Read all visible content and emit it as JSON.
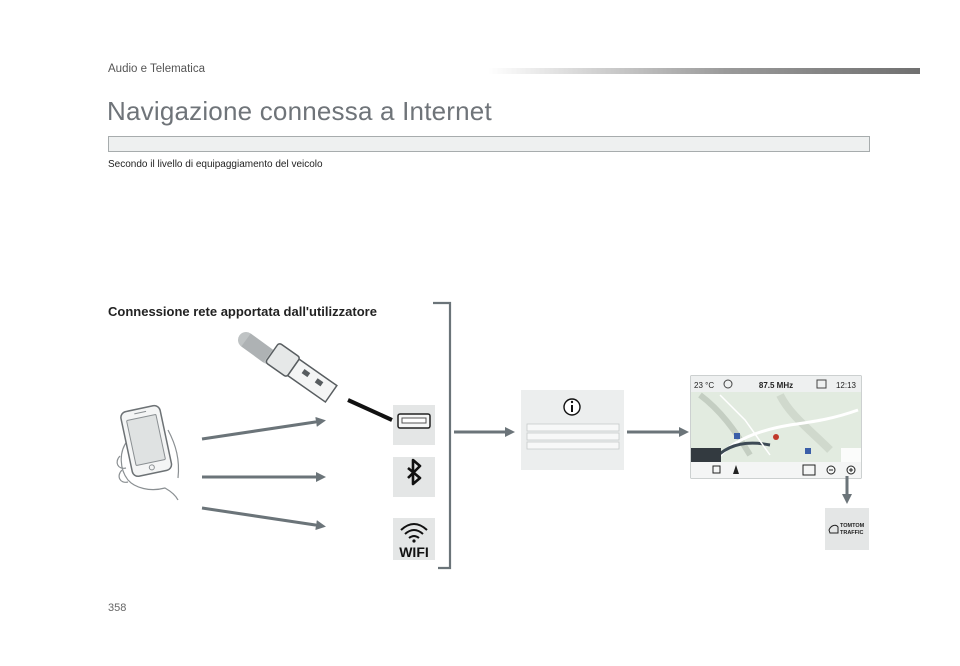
{
  "header": {
    "section_label": "Audio e Telematica"
  },
  "page": {
    "title": "Navigazione connessa a Internet",
    "subtitle": "Secondo il livello di equipaggiamento del veicolo",
    "section_heading": "Connessione rete apportata dall'utilizzatore",
    "page_number": "358"
  },
  "diagram": {
    "wifi_label": "WIFI",
    "screen": {
      "temperature": "23 °C",
      "frequency": "87.5 MHz",
      "clock": "12:13"
    },
    "traffic_badge": {
      "line1": "TOMTOM",
      "line2": "TRAFFIC"
    }
  },
  "colors": {
    "arrow": "#6b7479",
    "panel": "#eceeee",
    "title_text": "#6f7479"
  }
}
